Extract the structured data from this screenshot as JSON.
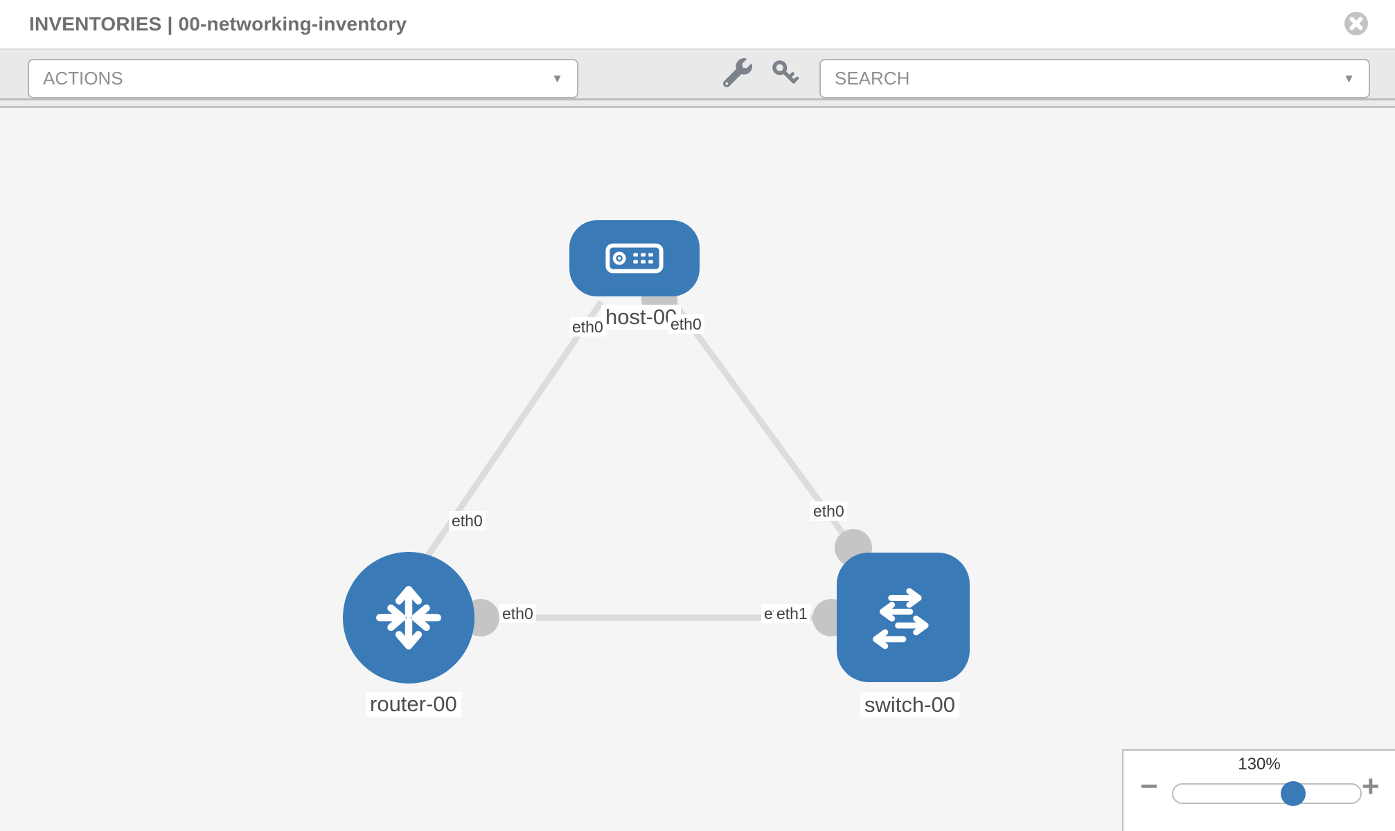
{
  "header": {
    "title": "INVENTORIES | 00-networking-inventory"
  },
  "toolbar": {
    "actions_label": "ACTIONS",
    "search_label": "SEARCH"
  },
  "topology": {
    "nodes": [
      {
        "label": "host-00",
        "type": "host"
      },
      {
        "label": "router-00",
        "type": "router"
      },
      {
        "label": "switch-00",
        "type": "switch"
      }
    ],
    "links": [
      {
        "from": "host-00",
        "to": "router-00",
        "from_interface": "eth0",
        "to_interface": "eth0"
      },
      {
        "from": "host-00",
        "to": "switch-00",
        "from_interface": "eth0",
        "to_interface": "eth0"
      },
      {
        "from": "router-00",
        "to": "switch-00",
        "from_interface": "eth0",
        "to_interface": "eth1"
      }
    ],
    "interface_labels": {
      "host_to_router": "eth0",
      "host_to_switch": "eth0",
      "router_to_host": "eth0",
      "switch_to_host": "eth0",
      "router_to_switch": "eth0",
      "switch_to_router_hidden": "eth0",
      "switch_to_router": "eth1"
    }
  },
  "zoom_control": {
    "value": "130%",
    "minus_label": "−",
    "plus_label": "+"
  },
  "colors": {
    "node_blue": "#3a7ab7",
    "link_gray": "#dcdcdc",
    "connector_gray": "#c5c5c5"
  }
}
